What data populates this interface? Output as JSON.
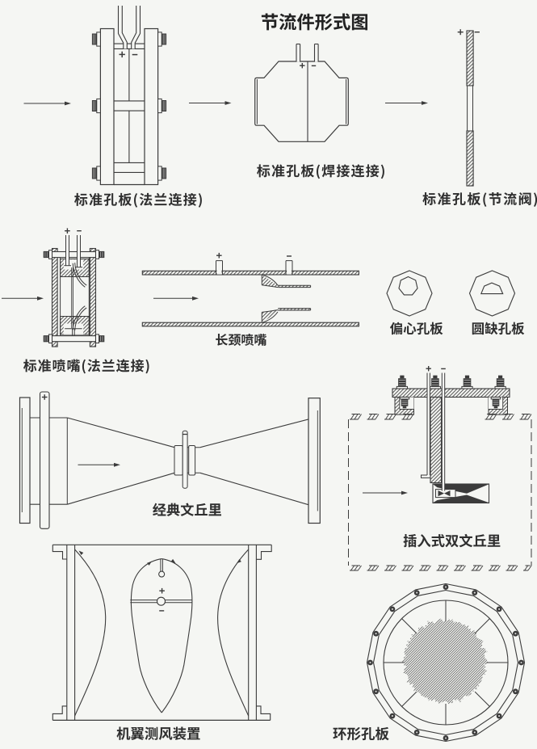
{
  "page": {
    "background_color": "#f5f6f3",
    "line_color": "#3b3b3b",
    "text_color": "#2f2f2f",
    "kind": "engineering line diagram of differential-pressure flow elements"
  },
  "title": "节流件形式图",
  "devices": [
    {
      "id": "standard-orifice-flange",
      "label": "标准孔板(法兰连接)",
      "pressure_taps": [
        "+",
        "−"
      ],
      "flow_arrow": true
    },
    {
      "id": "standard-orifice-welded",
      "label": "标准孔板(焊接连接)",
      "pressure_taps": [
        "+",
        "−"
      ],
      "flow_arrow": true
    },
    {
      "id": "standard-orifice-throttle-valve",
      "label": "标准孔板(节流阀)",
      "pressure_taps": [
        "+",
        "−"
      ],
      "flow_arrow": true
    },
    {
      "id": "standard-nozzle-flange",
      "label": "标准喷嘴(法兰连接)",
      "pressure_taps": [
        "+",
        "−"
      ],
      "flow_arrow": true
    },
    {
      "id": "long-neck-nozzle",
      "label": "长颈喷嘴",
      "pressure_taps": [
        "+",
        "−"
      ],
      "flow_arrow": true
    },
    {
      "id": "eccentric-orifice",
      "label": "偏心孔板"
    },
    {
      "id": "segmental-orifice",
      "label": "圆缺孔板"
    },
    {
      "id": "classic-venturi",
      "label": "经典文丘里",
      "pressure_taps": [
        "+",
        "−"
      ],
      "flow_arrow": true
    },
    {
      "id": "insertion-double-venturi",
      "label": "插入式双文丘里",
      "pressure_taps": [
        "+",
        "−"
      ],
      "flow_arrow": true
    },
    {
      "id": "airfoil-wind-device",
      "label": "机翼测风装置",
      "pressure_taps": [
        "+",
        "−"
      ]
    },
    {
      "id": "annular-orifice",
      "label": "环形孔板"
    }
  ]
}
